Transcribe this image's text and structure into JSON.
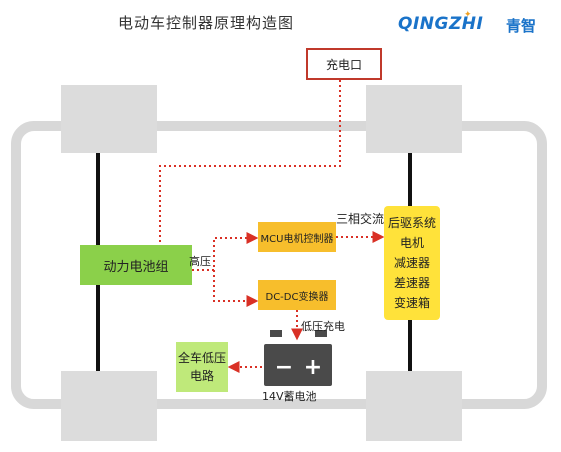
{
  "title": "电动车控制器原理构造图",
  "logo": {
    "text": "QINGZHI",
    "cn": "青智",
    "color": "#1a73c9"
  },
  "colors": {
    "frame": "#d8d8d8",
    "wheel": "#dcdcdc",
    "axle": "#111111",
    "dotted_line": "#d93025",
    "green_box": "#8bd04a",
    "orange_box": "#f7be2c",
    "yellow_box": "#ffe23a",
    "battery_body": "#4a4a4a"
  },
  "nodes": {
    "charge_port": "充电口",
    "battery_pack": "动力电池组",
    "mcu": "MCU电机控制器",
    "dcdc": "DC-DC变换器",
    "rear_drive": [
      "后驱系统",
      "电机",
      "减速器",
      "差速器",
      "变速箱"
    ],
    "low_voltage_circuit": [
      "全车低压",
      "电路"
    ],
    "battery_14v": "14V蓄电池",
    "battery_icon_minus": "−",
    "battery_icon_plus": "+"
  },
  "edge_labels": {
    "high_voltage": "高压",
    "three_phase": "三相交流",
    "low_voltage_charge": "低压充电"
  }
}
